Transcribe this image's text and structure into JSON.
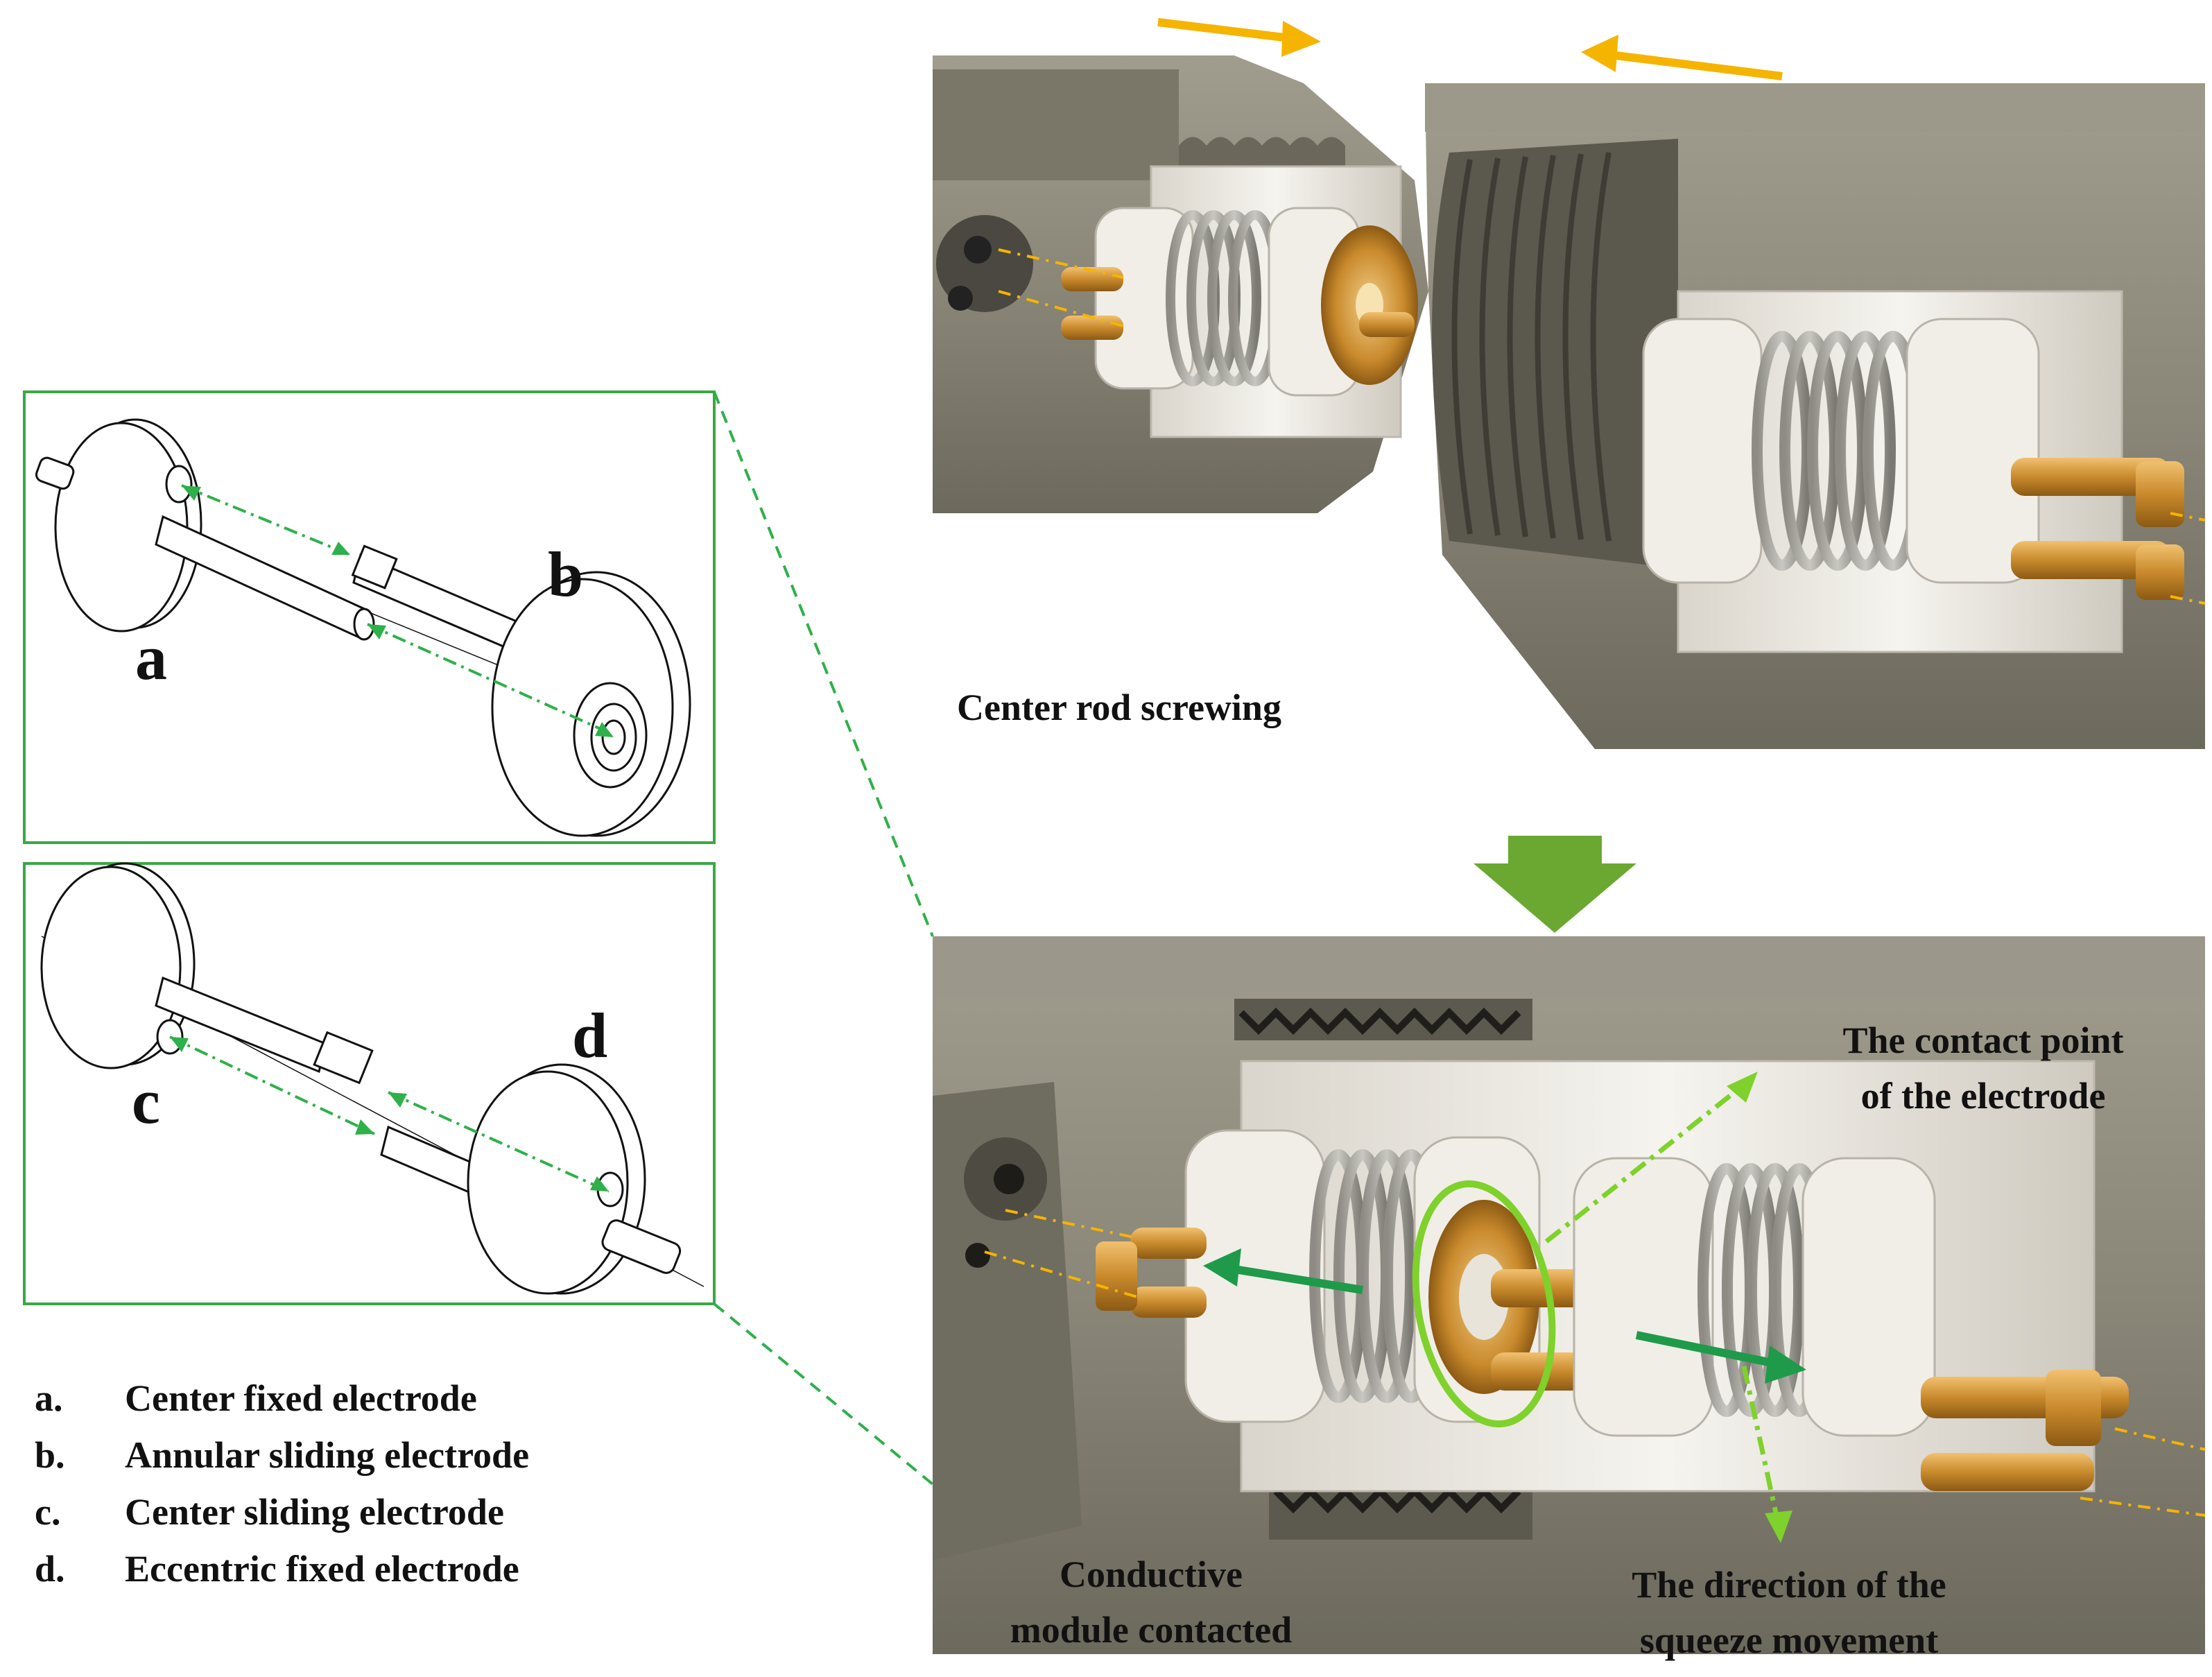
{
  "panels": {
    "top_caption": "Center rod screwing",
    "bottom_caption_line1": "Conductive",
    "bottom_caption_line2": "module contacted",
    "contact_point_line1": "The contact point",
    "contact_point_line2": "of the electrode",
    "squeeze_line1": "The direction of the",
    "squeeze_line2": "squeeze movement"
  },
  "sketch_labels": {
    "a": "a",
    "b": "b",
    "c": "c",
    "d": "d"
  },
  "legend": [
    {
      "key": "a.",
      "text": "Center fixed electrode"
    },
    {
      "key": "b.",
      "text": "Annular sliding electrode"
    },
    {
      "key": "c.",
      "text": "Center sliding electrode"
    },
    {
      "key": "d.",
      "text": "Eccentric fixed electrode"
    }
  ],
  "colors": {
    "frame_green": "#3aa845",
    "dash_green": "#2eb04a",
    "orange_arrow": "#f5b400",
    "housing": "#8a8678",
    "insulator": "#ece9e2",
    "brass": "#c98a2c",
    "transition_arrow": "#6aa832",
    "highlight_ellipse": "#7fd12b"
  }
}
